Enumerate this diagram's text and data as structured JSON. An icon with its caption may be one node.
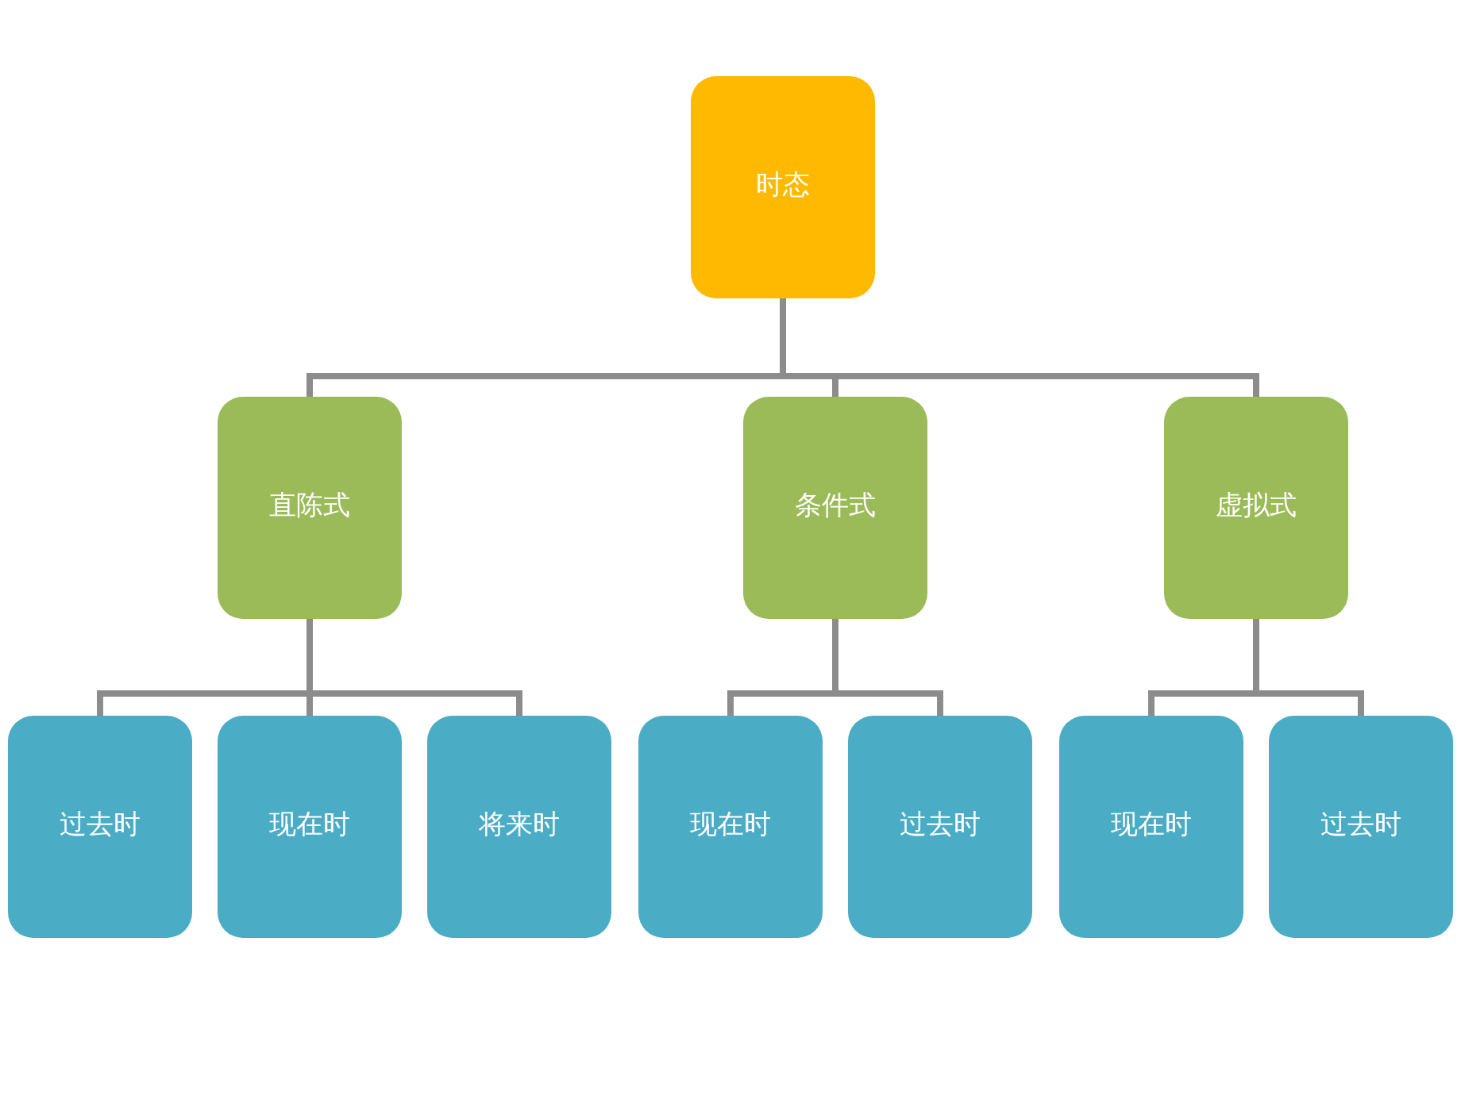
{
  "diagram": {
    "nodes": [
      {
        "text": [
          "时态"
        ]
      },
      {
        "text": [
          "直陈式"
        ]
      },
      {
        "text": [
          "条件式"
        ]
      },
      {
        "text": [
          "虚拟式"
        ]
      },
      {
        "text": [
          "过去时"
        ]
      },
      {
        "text": [
          "现在时"
        ]
      },
      {
        "text": [
          "将来时"
        ]
      },
      {
        "text": [
          "现在时"
        ]
      },
      {
        "text": [
          "过去时"
        ]
      },
      {
        "text": [
          "现在时"
        ]
      },
      {
        "text": [
          "过去时"
        ]
      }
    ],
    "edges": [
      {
        "from": 0,
        "to": 1,
        "arrow": "none"
      },
      {
        "from": 0,
        "to": 2,
        "arrow": "none"
      },
      {
        "from": 0,
        "to": 3,
        "arrow": "none"
      },
      {
        "from": 1,
        "to": 4,
        "arrow": "none"
      },
      {
        "from": 1,
        "to": 5,
        "arrow": "none"
      },
      {
        "from": 1,
        "to": 6,
        "arrow": "none"
      },
      {
        "from": 2,
        "to": 7,
        "arrow": "none"
      },
      {
        "from": 2,
        "to": 8,
        "arrow": "none"
      },
      {
        "from": 3,
        "to": 9,
        "arrow": "none"
      },
      {
        "from": 3,
        "to": 10,
        "arrow": "none"
      }
    ]
  }
}
